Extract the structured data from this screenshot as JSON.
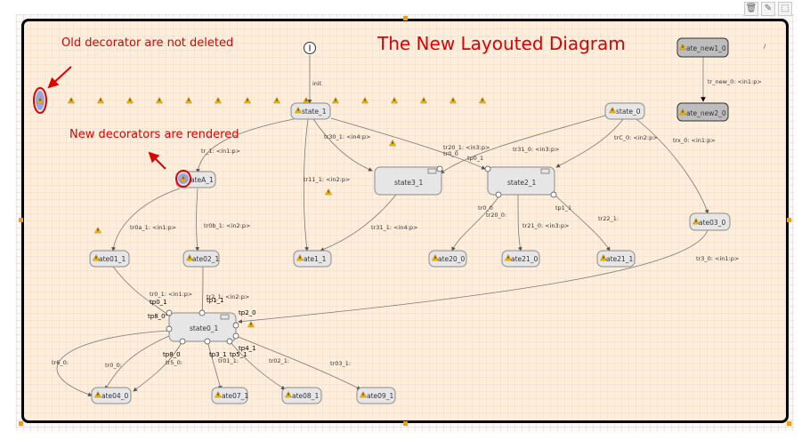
{
  "toolbar": {
    "icons": [
      "trash-icon",
      "eraser-icon",
      "select-icon"
    ]
  },
  "diagram": {
    "title": "The New Layouted Diagram",
    "annotations": {
      "old": "Old decorator are not deleted",
      "new": "New decorators are rendered"
    },
    "initial_label": "init",
    "states": {
      "state_1": "state_1",
      "state_0": "state_0",
      "stateA_1": "ateA_1",
      "state3_1": "state3_1",
      "state2_1": "state2_1",
      "state01_1": "ate01_1",
      "state02_1": "ate02_1",
      "state1_1": "ate1_1",
      "state20_0": "ate20_0",
      "state21_0": "ate21_0",
      "state21_1": "ate21_1",
      "state03_0": "ate03_0",
      "state0_1": "state0_1",
      "state04_0": "ate04_0",
      "state07_1": "ate07_1",
      "state08_1": "ate08_1",
      "state09_1": "ate09_1",
      "state_new1_0": "ate_new1_0",
      "state_new2_0": "ate_new2_0"
    },
    "transitions": {
      "t_init": "init",
      "tr_1": "tr_1: <in1:p>",
      "tr30_1": "tr30_1: <in4:p>",
      "tr11_1": "tr11_1: <in2:p>",
      "tr20_1": "tr20_1: <in3:p>",
      "tr0_0": "tr0_0",
      "tp0_1": "tp0_1",
      "tr31_0": "tr31_0: <in3:p>",
      "trC_0": "trC_0: <in2:p>",
      "trx_0": "trx_0: <in1:p>",
      "tr0a_1": "tr0a_1: <in1:p>",
      "tr0b_1": "tr0b_1: <in2:p>",
      "tr31_1": "tr31_1: <in4:p>",
      "tr0_0b": "tr0_0",
      "tr20_0": "tr20_0:",
      "tr21_0": "tr21_0: <in3:p>",
      "tp1_1": "tp1_1",
      "tr22_1": "tr22_1:",
      "tr3_0": "tr3_0: <in1:p>",
      "tr0_1": "tr0_1: <in1:p>",
      "tr2_1": "tr2_1: <in2:p>",
      "tr_new_0": "tr_new_0: <in1:p>",
      "tr6_0": "tr6_0:",
      "tr0_0c": "tr0_0:",
      "tr5_0": "tr5_0:",
      "tr01_1": "tr01_1:",
      "tr02_1": "tr02_1:",
      "tr03_1": "tr03_1:"
    },
    "ports": {
      "tp0_1": "tp0_1",
      "tp8_0a": "tp8_0",
      "tp1_1": "tp1_1",
      "tp2_0": "tp2_0",
      "tp8_0b": "tp8_0",
      "tp3_1": "tp3_1",
      "tp5_1": "tp5_1",
      "tp4_1": "tp4_1"
    },
    "small_label": "/"
  },
  "colors": {
    "annotation": "#e00000",
    "warning": "#f5b800",
    "frame": "#000000",
    "handle": "#f39c12"
  }
}
